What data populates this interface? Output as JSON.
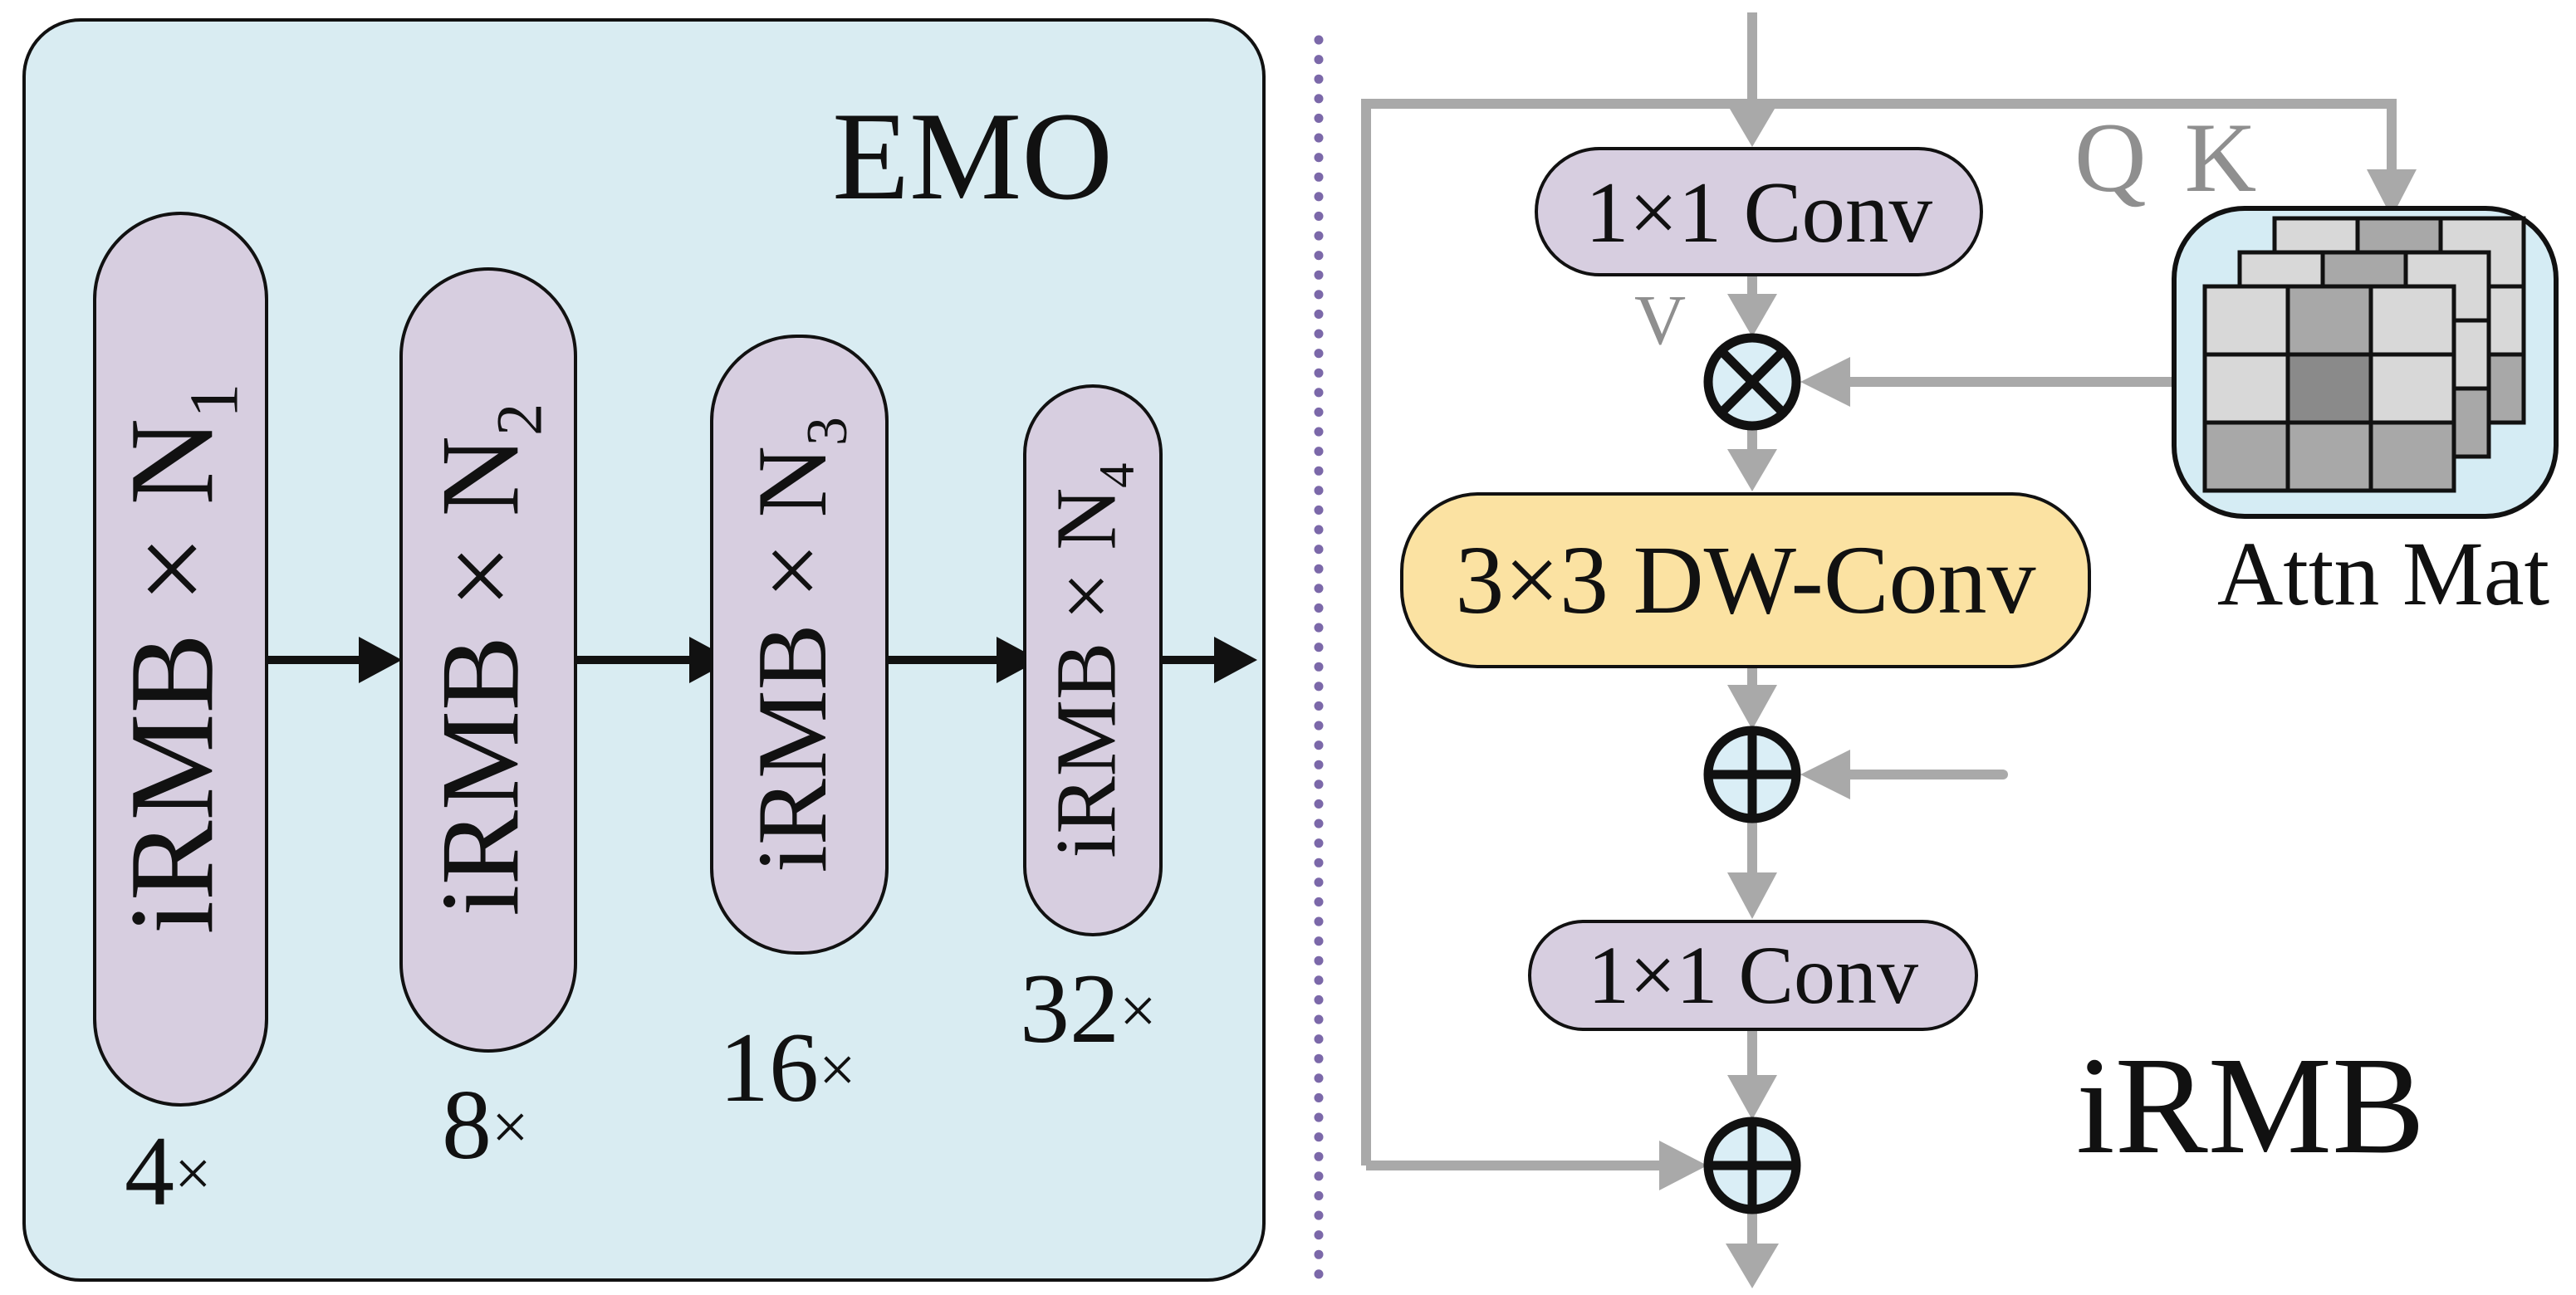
{
  "left_panel": {
    "title": "EMO",
    "stages": [
      {
        "label": "iRMB × N",
        "sub": "1",
        "mult": "4",
        "mult_x": "×"
      },
      {
        "label": "iRMB × N",
        "sub": "2",
        "mult": "8",
        "mult_x": "×"
      },
      {
        "label": "iRMB × N",
        "sub": "3",
        "mult": "16",
        "mult_x": "×"
      },
      {
        "label": "iRMB × N",
        "sub": "4",
        "mult": "32",
        "mult_x": "×"
      }
    ]
  },
  "right_panel": {
    "title": "iRMB",
    "conv_top": "1×1 Conv",
    "dw_conv": "3×3 DW-Conv",
    "conv_bottom": "1×1 Conv",
    "q_label": "Q",
    "k_label": "K",
    "v_label": "V",
    "attn_label": "Attn Mat",
    "attn_matrix": {
      "layers": 3,
      "pattern": [
        [
          "light",
          "mid",
          "light"
        ],
        [
          "light",
          "dark",
          "light"
        ],
        [
          "mid",
          "mid",
          "mid"
        ]
      ]
    },
    "ops": {
      "multiply": "circle-times-icon",
      "add": "circle-plus-icon"
    }
  },
  "colors": {
    "panel_bg": "#d9ecf2",
    "pill_bg": "#d7cee0",
    "dw_bg": "#fbe2a2",
    "attn_bg": "#d5ecf4",
    "op_bg": "#daeef6",
    "cell_light": "#d8d8d8",
    "cell_mid": "#a8a8a8",
    "cell_dark": "#8a8a8a",
    "arrow_gray": "#a9a9a9",
    "arrow_black": "#111111",
    "qkv_gray": "#8f8f8f",
    "divider_purple": "#7b68a9"
  }
}
